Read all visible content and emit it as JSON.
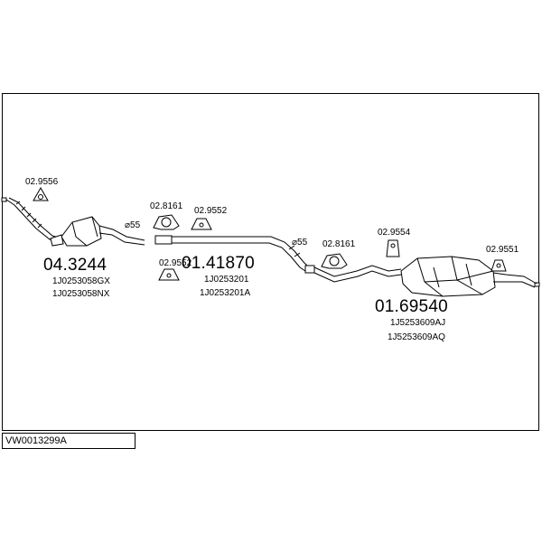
{
  "diagram_code": "VW0013299A",
  "diameter_labels": [
    "⌀55",
    "⌀55"
  ],
  "parts": [
    {
      "number": "02.9556"
    },
    {
      "number": "04.3244",
      "refs": [
        "1J0253058GX",
        "1J0253058NX"
      ]
    },
    {
      "number": "02.8161"
    },
    {
      "number": "02.9552"
    },
    {
      "number": "02.9552"
    },
    {
      "number": "01.41870",
      "refs": [
        "1J0253201",
        "1J0253201A"
      ]
    },
    {
      "number": "02.8161"
    },
    {
      "number": "02.9554"
    },
    {
      "number": "02.9551"
    },
    {
      "number": "01.69540",
      "refs": [
        "1J5253609AJ",
        "1J5253609AQ"
      ]
    }
  ]
}
